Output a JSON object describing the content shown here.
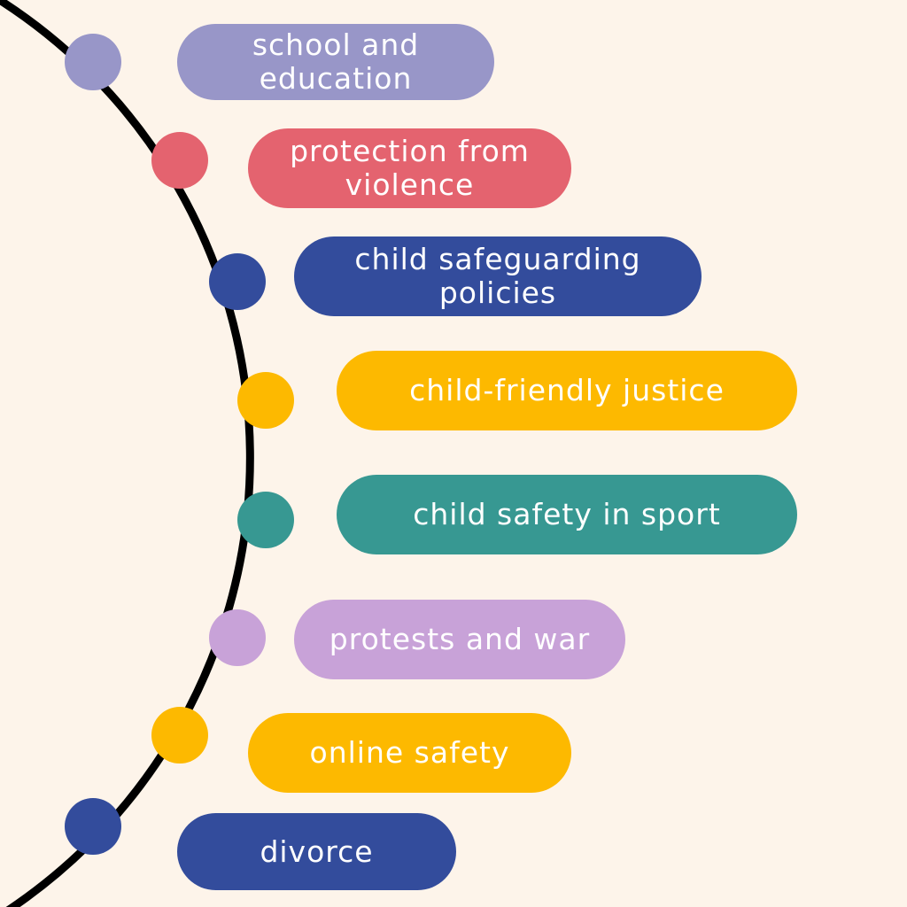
{
  "colors": {
    "background": "#fdf4ea",
    "arc": "#000000",
    "lavender": "#9896c8",
    "red": "#e4636f",
    "navy": "#334c9c",
    "yellow": "#fdb900",
    "teal": "#379892",
    "lilac": "#c8a2d8"
  },
  "items": [
    {
      "label": "school and education",
      "color": "#9896c8"
    },
    {
      "label": "protection from violence",
      "color": "#e4636f"
    },
    {
      "label": "child safeguarding policies",
      "color": "#334c9c"
    },
    {
      "label": "child-friendly justice",
      "color": "#fdb900"
    },
    {
      "label": "child safety in sport",
      "color": "#379892"
    },
    {
      "label": "protests and war",
      "color": "#c8a2d8"
    },
    {
      "label": "online safety",
      "color": "#fdb900"
    },
    {
      "label": "divorce",
      "color": "#334c9c"
    }
  ]
}
